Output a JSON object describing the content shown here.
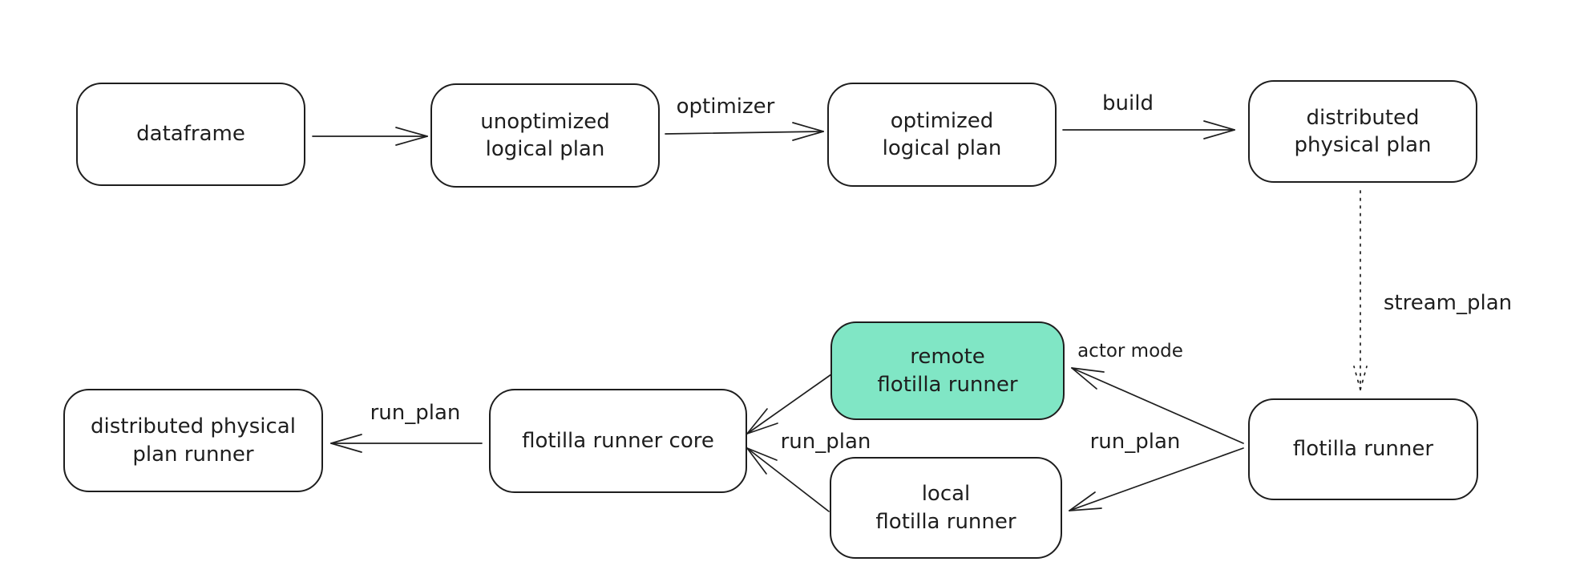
{
  "canvas": {
    "background": "#ffffff"
  },
  "colors": {
    "stroke": "#1e1e1e",
    "text": "#1e1e1e",
    "accent_fill": "#80e6c5"
  },
  "nodes": {
    "dataframe": {
      "label": "dataframe"
    },
    "unoptimized_logical_plan": {
      "label": "unoptimized\nlogical plan"
    },
    "optimized_logical_plan": {
      "label": "optimized\nlogical plan"
    },
    "distributed_physical_plan": {
      "label": "distributed\nphysical plan"
    },
    "remote_flotilla_runner": {
      "label": "remote\nflotilla runner",
      "fill": "#80e6c5"
    },
    "local_flotilla_runner": {
      "label": "local\nflotilla runner"
    },
    "flotilla_runner": {
      "label": "flotilla runner"
    },
    "flotilla_runner_core": {
      "label": "flotilla runner core"
    },
    "distributed_physical_plan_runner": {
      "label": "distributed physical\nplan runner"
    }
  },
  "edge_labels": {
    "optimizer": "optimizer",
    "build": "build",
    "stream_plan": "stream_plan",
    "actor_mode": "actor mode",
    "run_plan_core_to_plan_runner": "run_plan",
    "run_plan_to_core": "run_plan",
    "run_plan_from_flotilla_runner": "run_plan"
  }
}
